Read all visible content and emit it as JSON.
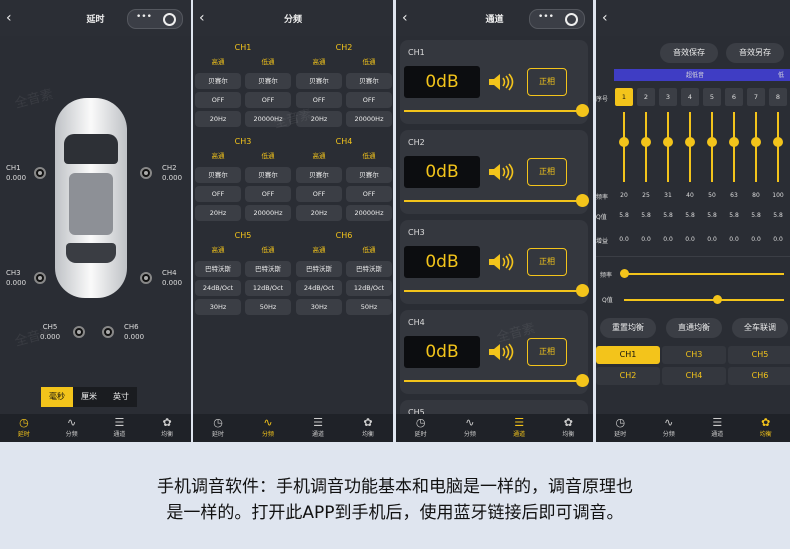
{
  "tab_labels": [
    "延时",
    "分频",
    "通道",
    "均衡"
  ],
  "tab_icons": [
    "clock-icon",
    "wave-icon",
    "sliders-icon",
    "gear-icon"
  ],
  "watermark": "全音素",
  "panel1": {
    "title": "延时",
    "speakers": [
      {
        "name": "CH1",
        "value": "0.000"
      },
      {
        "name": "CH2",
        "value": "0.000"
      },
      {
        "name": "CH3",
        "value": "0.000"
      },
      {
        "name": "CH4",
        "value": "0.000"
      },
      {
        "name": "CH5",
        "value": "0.000"
      },
      {
        "name": "CH6",
        "value": "0.000"
      }
    ],
    "units": [
      "毫秒",
      "厘米",
      "英寸"
    ],
    "selected_unit": "毫秒"
  },
  "panel2": {
    "title": "分频",
    "groups": [
      {
        "ch": "CH1",
        "rows": [
          [
            "高通",
            "低通"
          ],
          [
            "贝赛尔",
            "贝赛尔"
          ],
          [
            "OFF",
            "OFF"
          ],
          [
            "20Hz",
            "20000Hz"
          ]
        ]
      },
      {
        "ch": "CH2",
        "rows": [
          [
            "高通",
            "低通"
          ],
          [
            "贝赛尔",
            "贝赛尔"
          ],
          [
            "OFF",
            "OFF"
          ],
          [
            "20Hz",
            "20000Hz"
          ]
        ]
      },
      {
        "ch": "CH3",
        "rows": [
          [
            "高通",
            "低通"
          ],
          [
            "贝赛尔",
            "贝赛尔"
          ],
          [
            "OFF",
            "OFF"
          ],
          [
            "20Hz",
            "20000Hz"
          ]
        ]
      },
      {
        "ch": "CH4",
        "rows": [
          [
            "高通",
            "低通"
          ],
          [
            "贝赛尔",
            "贝赛尔"
          ],
          [
            "OFF",
            "OFF"
          ],
          [
            "20Hz",
            "20000Hz"
          ]
        ]
      },
      {
        "ch": "CH5",
        "rows": [
          [
            "高通",
            "低通"
          ],
          [
            "巴特沃斯",
            "巴特沃斯"
          ],
          [
            "24dB/Oct",
            "12dB/Oct"
          ],
          [
            "30Hz",
            "50Hz"
          ]
        ]
      },
      {
        "ch": "CH6",
        "rows": [
          [
            "高通",
            "低通"
          ],
          [
            "巴特沃斯",
            "巴特沃斯"
          ],
          [
            "24dB/Oct",
            "12dB/Oct"
          ],
          [
            "30Hz",
            "50Hz"
          ]
        ]
      }
    ]
  },
  "panel3": {
    "title": "通道",
    "channels": [
      {
        "name": "CH1",
        "gain": "0dB",
        "phase": "正相"
      },
      {
        "name": "CH2",
        "gain": "0dB",
        "phase": "正相"
      },
      {
        "name": "CH3",
        "gain": "0dB",
        "phase": "正相"
      },
      {
        "name": "CH4",
        "gain": "0dB",
        "phase": "正相"
      },
      {
        "name": "CH5",
        "gain": "",
        "phase": ""
      }
    ]
  },
  "panel4": {
    "save_label": "音效保存",
    "save_as_label": "音效另存",
    "band_label": "超低音",
    "band_label_2": "低",
    "row_labels": {
      "index": "序号",
      "freq": "频率",
      "q": "Q值",
      "gain": "增益"
    },
    "indices": [
      "1",
      "2",
      "3",
      "4",
      "5",
      "6",
      "7",
      "8"
    ],
    "freqs": [
      "20",
      "25",
      "31",
      "40",
      "50",
      "63",
      "80",
      "100"
    ],
    "qs": [
      "5.8",
      "5.8",
      "5.8",
      "5.8",
      "5.8",
      "5.8",
      "5.8",
      "5.8"
    ],
    "gains": [
      "0.0",
      "0.0",
      "0.0",
      "0.0",
      "0.0",
      "0.0",
      "0.0",
      "0.0"
    ],
    "freq_slider_label": "频率",
    "q_slider_label": "Q值",
    "q_slider_level": 0.58,
    "reset_label": "重置均衡",
    "flat_label": "直通均衡",
    "link_label": "全车联调",
    "channel_buttons": [
      "CH1",
      "CH3",
      "CH5",
      "CH2",
      "CH4",
      "CH6"
    ],
    "selected_channel": "CH1"
  },
  "caption_line1": "手机调音软件：手机调音功能基本和电脑是一样的，调音原理也",
  "caption_line2": "是一样的。打开此APP到手机后，使用蓝牙链接后即可调音。",
  "colors": {
    "accent": "#f3c41b",
    "panel": "#2a2d34",
    "band": "#3f3dc4"
  }
}
